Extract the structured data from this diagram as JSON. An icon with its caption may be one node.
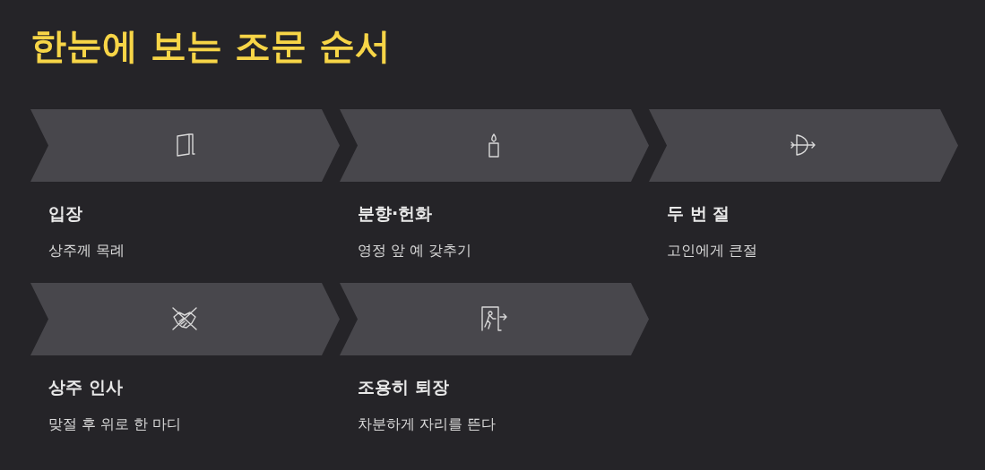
{
  "diagram": {
    "title": "한눈에 보는 조문 순서",
    "nodes": [
      {
        "text": [
          "입장",
          "상주께 목례"
        ]
      },
      {
        "text": [
          "분향·헌화",
          "영정 앞 예 갖추기"
        ]
      },
      {
        "text": [
          "두 번 절",
          "고인에게 큰절"
        ]
      },
      {
        "text": [
          "상주 인사",
          "맞절 후 위로 한 마디"
        ]
      },
      {
        "text": [
          "조용히 퇴장",
          "차분하게 자리를 뜬다"
        ]
      }
    ]
  }
}
